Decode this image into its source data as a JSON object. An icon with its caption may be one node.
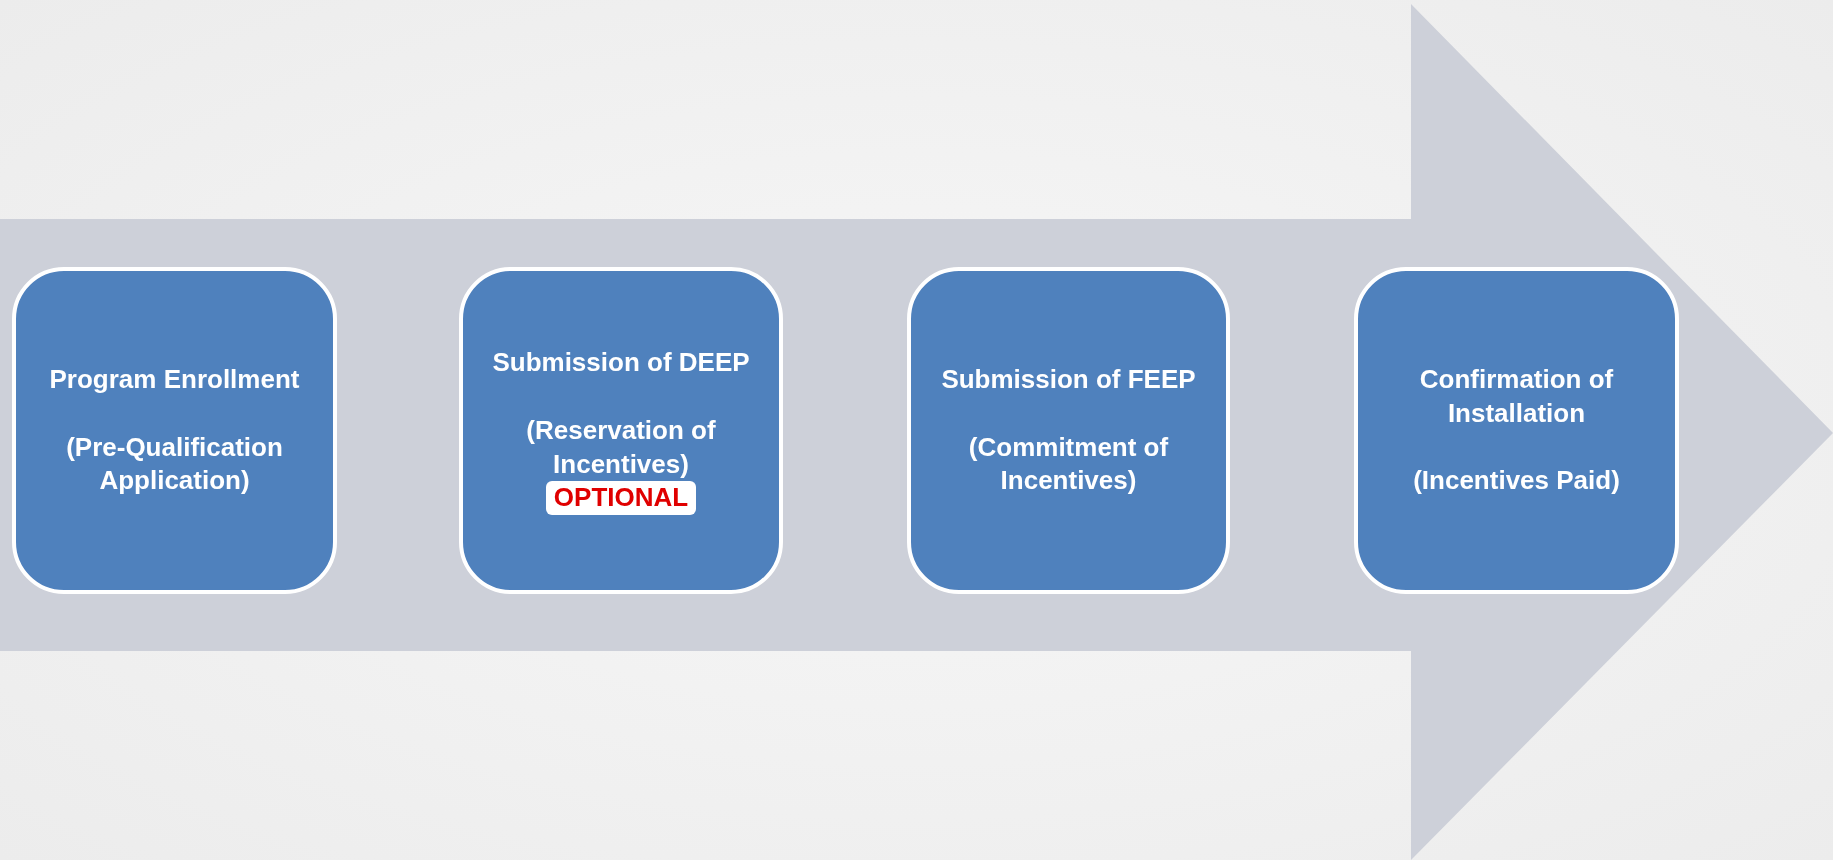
{
  "diagram": {
    "nodes": [
      {
        "text": [],
        "shape": "arrow"
      },
      {
        "text": [
          "Program Enrollment",
          "(Pre-Qualification Application)"
        ],
        "in": 0
      },
      {
        "text": [
          "Submission of DEEP",
          "(Reservation of Incentives)",
          "OPTIONAL"
        ],
        "in": 0
      },
      {
        "text": [
          "Submission of FEEP",
          "(Commitment of Incentives)"
        ],
        "in": 0
      },
      {
        "text": [
          "Confirmation of Installation",
          "(Incentives Paid)"
        ],
        "in": 0
      }
    ]
  }
}
